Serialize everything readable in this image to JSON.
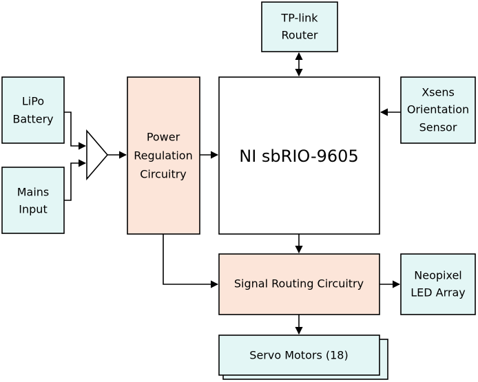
{
  "blocks": {
    "router": [
      "TP-link",
      "Router"
    ],
    "battery": [
      "LiPo",
      "Battery"
    ],
    "mains": [
      "Mains",
      "Input"
    ],
    "power": [
      "Power",
      "Regulation",
      "Circuitry"
    ],
    "controller": [
      "NI sbRIO-9605"
    ],
    "sensor": [
      "Xsens",
      "Orientation",
      "Sensor"
    ],
    "signal": [
      "Signal Routing Circuitry"
    ],
    "led": [
      "Neopixel",
      "LED Array"
    ],
    "servo": [
      "Servo Motors (18)"
    ]
  },
  "colors": {
    "cyan_fill": "#e3f6f5",
    "peach_fill": "#fce5d9",
    "stroke": "#000000"
  }
}
